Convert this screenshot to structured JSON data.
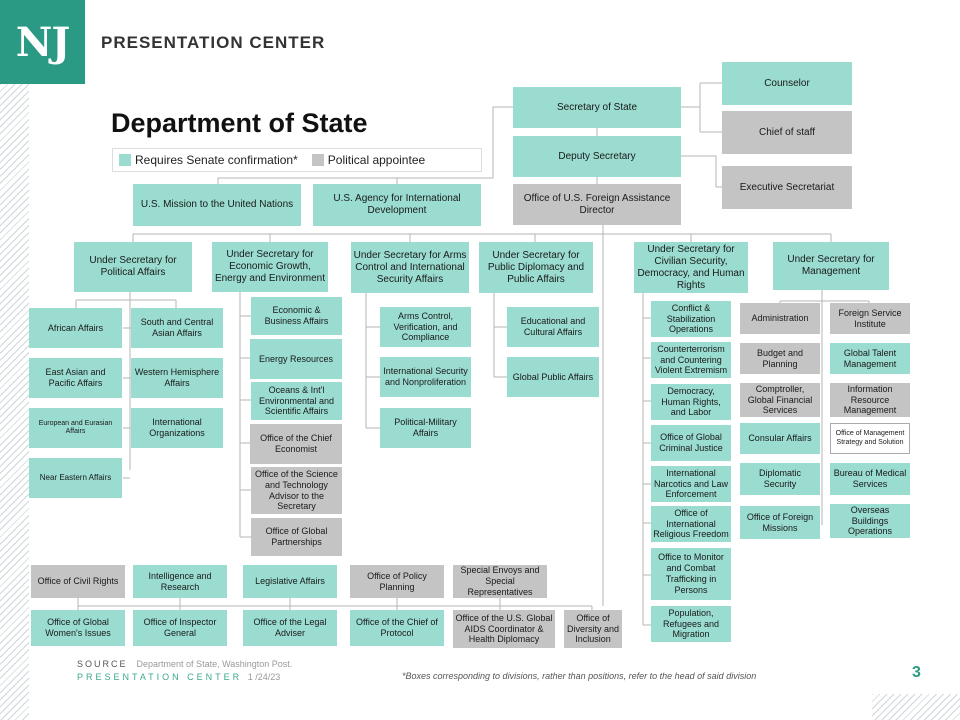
{
  "header": {
    "logo": "NJ",
    "brand": "PRESENTATION CENTER"
  },
  "title": "Department of State",
  "legend": {
    "senate": "Requires  Senate confirmation*",
    "political": "Political appointee",
    "senate_color": "#9adcd0",
    "political_color": "#c4c4c4"
  },
  "boxes": {
    "secretary": "Secretary of State",
    "deputy": "Deputy Secretary",
    "counselor": "Counselor",
    "chief_of_staff": "Chief of staff",
    "exec_sec": "Executive Secretariat",
    "un_mission": "U.S. Mission to the United Nations",
    "usaid": "U.S. Agency for International Development",
    "foreign_assistance": "Office of U.S. Foreign Assistance Director",
    "us_political": "Under Secretary for Political Affairs",
    "us_economic": "Under Secretary for Economic Growth, Energy and Environment",
    "us_arms": "Under Secretary for Arms Control and International Security Affairs",
    "us_public": "Under Secretary for Public Diplomacy and Public Affairs",
    "us_civilian": "Under Secretary for Civilian Security, Democracy, and Human Rights",
    "us_management": "Under Secretary for Management",
    "african": "African Affairs",
    "south_central": "South and Central Asian Affairs",
    "east_asian": "East Asian and Pacific Affairs",
    "western": "Western Hemisphere Affairs",
    "european": "European  and  Eurasian Affairs",
    "intl_orgs": "International Organizations",
    "near_eastern": "Near Eastern Affairs",
    "econ_business": "Economic & Business Affairs",
    "energy": "Energy Resources",
    "oceans": "Oceans & Int'l Environmental and Scientific Affairs",
    "chief_economist": "Office of the Chief Economist",
    "science_tech": "Office of the Science and Technology Advisor to the Secretary",
    "global_partnerships": "Office of Global Partnerships",
    "arms_control": "Arms Control, Verification, and Compliance",
    "intl_security": "International Security and Nonproliferation",
    "pol_mil": "Political-Military Affairs",
    "edu_cultural": "Educational and Cultural Affairs",
    "global_public": "Global Public Affairs",
    "conflict": "Conflict & Stabilization Operations",
    "counterterror": "Counterterrorism and Countering Violent Extremism",
    "democracy": "Democracy, Human Rights, and Labor",
    "criminal_justice": "Office of Global Criminal Justice",
    "narcotics": "International Narcotics and Law Enforcement",
    "religious": "Office of International Religious Freedom",
    "trafficking": "Office to Monitor and Combat Trafficking in Persons",
    "population": "Population, Refugees and Migration",
    "administration": "Administration",
    "fsi": "Foreign Service Institute",
    "budget": "Budget and Planning",
    "talent": "Global Talent Management",
    "comptroller": "Comptroller, Global Financial Services",
    "info_resource": "Information Resource Management",
    "consular": "Consular Affairs",
    "mgmt_strategy": "Office of Management Strategy and Solution",
    "diplomatic_security": "Diplomatic Security",
    "medical": "Bureau  of Medical Services",
    "foreign_missions": "Office of Foreign Missions",
    "obo": "Overseas Buildings Operations",
    "civil_rights": "Office of Civil Rights",
    "intelligence": "Intelligence and Research",
    "legislative": "Legislative Affairs",
    "policy_planning": "Office of Policy Planning",
    "special_envoys": "Special Envoys and Special Representatives",
    "global_women": "Office of Global Women's Issues",
    "inspector_general": "Office of Inspector General",
    "legal_adviser": "Office of the Legal Adviser",
    "chief_protocol": "Office of the Chief of Protocol",
    "aids": "Office of the U.S. Global AIDS Coordinator  & Health Diplomacy",
    "diversity": "Office of Diversity and Inclusion"
  },
  "footer": {
    "source_label": "SOURCE",
    "source_value": "Department of State, Washington Post.",
    "pc_label": "PRESENTATION CENTER",
    "pc_value": "1 /24/23",
    "note": "*Boxes corresponding to divisions, rather than positions, refer to the head of said division",
    "page": "3"
  }
}
